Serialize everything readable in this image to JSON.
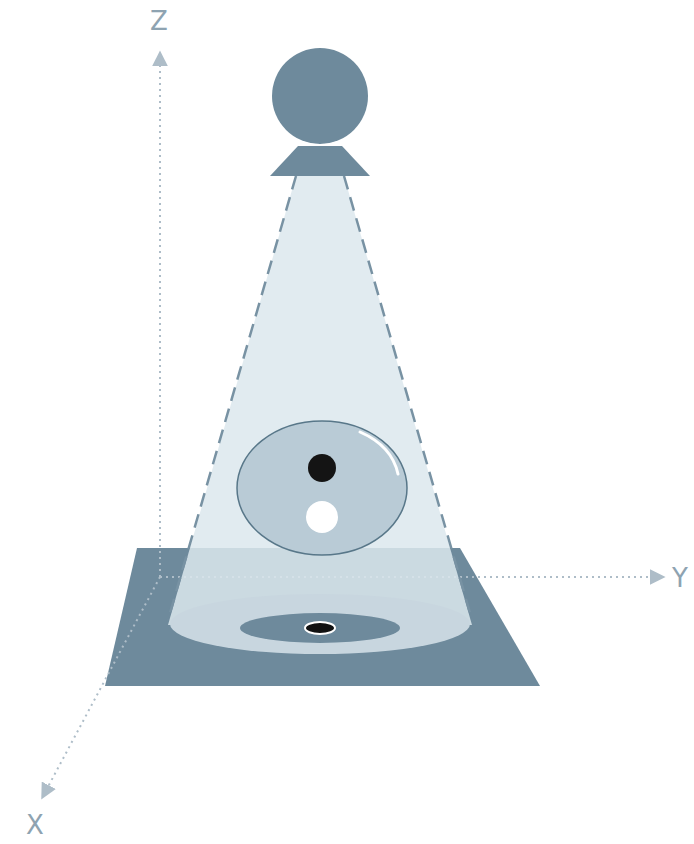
{
  "diagram": {
    "labels": [
      "Z",
      "Y",
      "X"
    ]
  }
}
